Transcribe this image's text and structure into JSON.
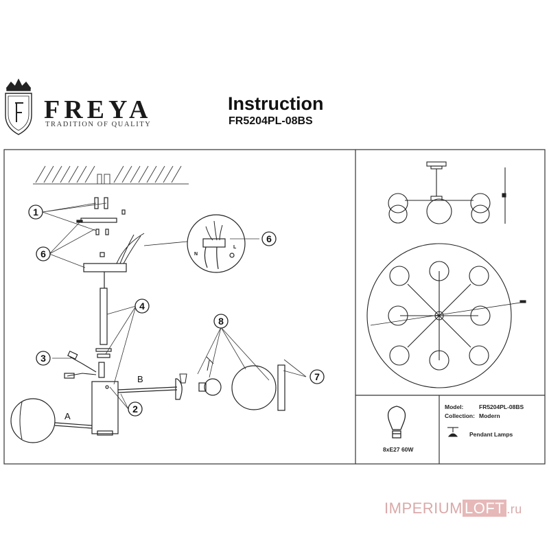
{
  "brand": {
    "name": "FREYA",
    "tagline": "TRADITION OF QUALITY"
  },
  "document": {
    "title": "Instruction",
    "model_code": "FR5204PL-08BS"
  },
  "callouts": [
    "1",
    "2",
    "3",
    "4",
    "6",
    "6",
    "7",
    "8"
  ],
  "part_letters": [
    "A",
    "B"
  ],
  "wiring_labels": [
    "L",
    "N"
  ],
  "specs": {
    "model_label": "Model:",
    "model_value": "FR5204PL-08BS",
    "collection_label": "Collection:",
    "collection_value": "Modern",
    "type_value": "Pendant Lamps",
    "bulb": "8xE27 60W"
  },
  "watermark": {
    "part1": "IMPERIUM",
    "part2": "LOFT",
    "part3": ".ru"
  },
  "colors": {
    "line": "#222222",
    "watermark": "#d9a9a9"
  }
}
